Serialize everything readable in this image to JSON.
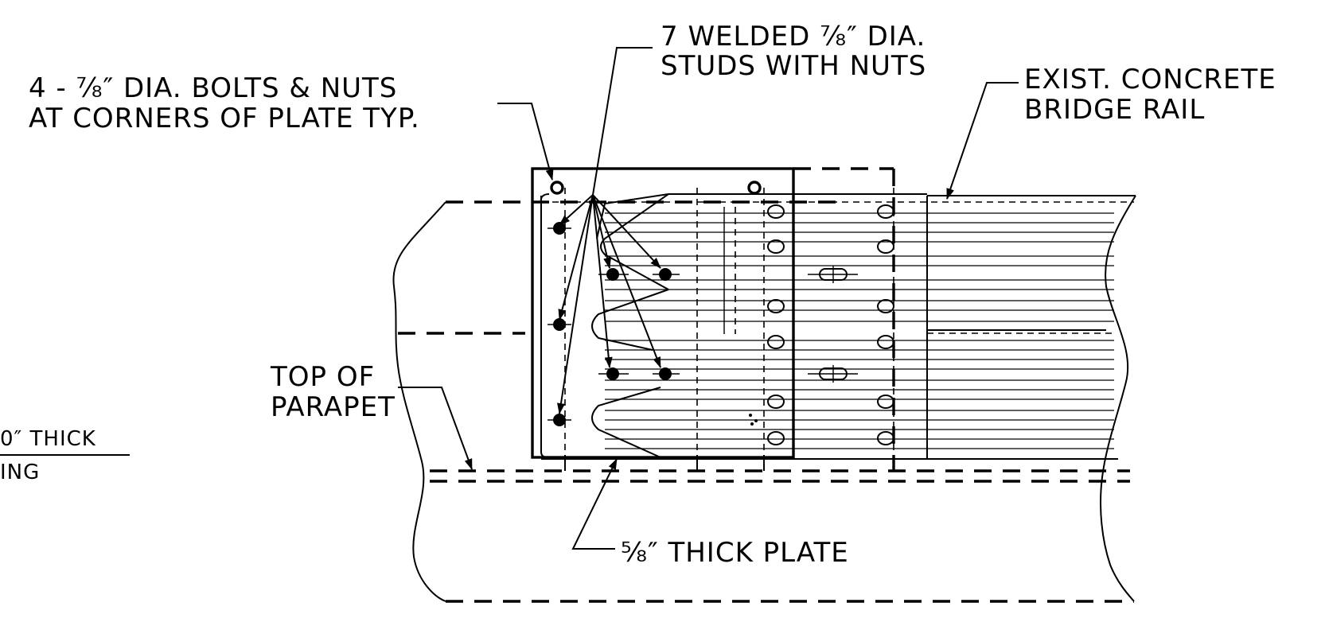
{
  "drawing": {
    "callouts": {
      "welded_studs": {
        "line1": "7 WELDED ⅞″ DIA.",
        "line2": "STUDS WITH NUTS"
      },
      "corner_bolts": {
        "line1": "4 - ⅞″ DIA. BOLTS & NUTS",
        "line2": "AT CORNERS OF PLATE TYP."
      },
      "bridge_rail": {
        "line1": "EXIST. CONCRETE",
        "line2": "BRIDGE RAIL"
      },
      "parapet": {
        "line1": "TOP OF",
        "line2": "PARAPET"
      },
      "plate": {
        "text": "⅝″ THICK PLATE"
      },
      "cut_off_left": {
        "line1": "0″ THICK",
        "line2": "ING"
      }
    }
  }
}
